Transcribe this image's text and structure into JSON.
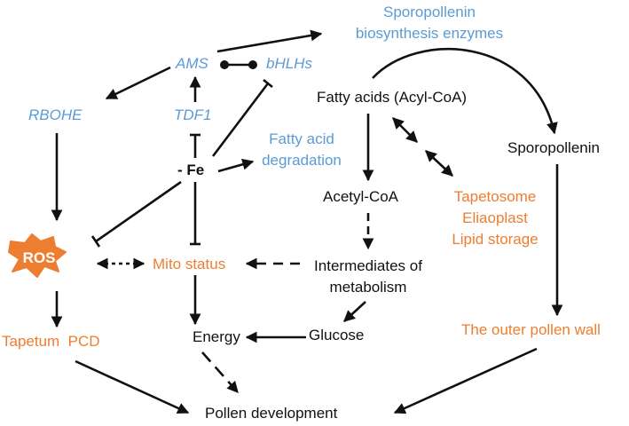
{
  "colors": {
    "line": "#111111",
    "gene": "#5b9bd5",
    "process": "#ed7d31",
    "ros_fill": "#ed7d31"
  },
  "nodes": {
    "sporo_enzymes": [
      "Sporopollenin",
      "biosynthesis enzymes"
    ],
    "ams": "AMS",
    "bhlhs": "bHLHs",
    "rbohe": "RBOHE",
    "tdf1": "TDF1",
    "fatty_acids": "Fatty acids (Acyl-CoA)",
    "fe": "- Fe",
    "fa_degradation": [
      "Fatty acid",
      "degradation"
    ],
    "sporopollenin": "Sporopollenin",
    "acetyl_coa": "Acetyl-CoA",
    "tapetosome": [
      "Tapetosome",
      "Eliaoplast",
      "Lipid storage"
    ],
    "ros": "ROS",
    "mito_status": "Mito status",
    "intermediates": [
      "Intermediates of",
      "metabolism"
    ],
    "tapetum_pcd": "Tapetum  PCD",
    "energy": "Energy",
    "glucose": "Glucose",
    "outer_wall": "The outer pollen wall",
    "pollen_dev": "Pollen development"
  }
}
